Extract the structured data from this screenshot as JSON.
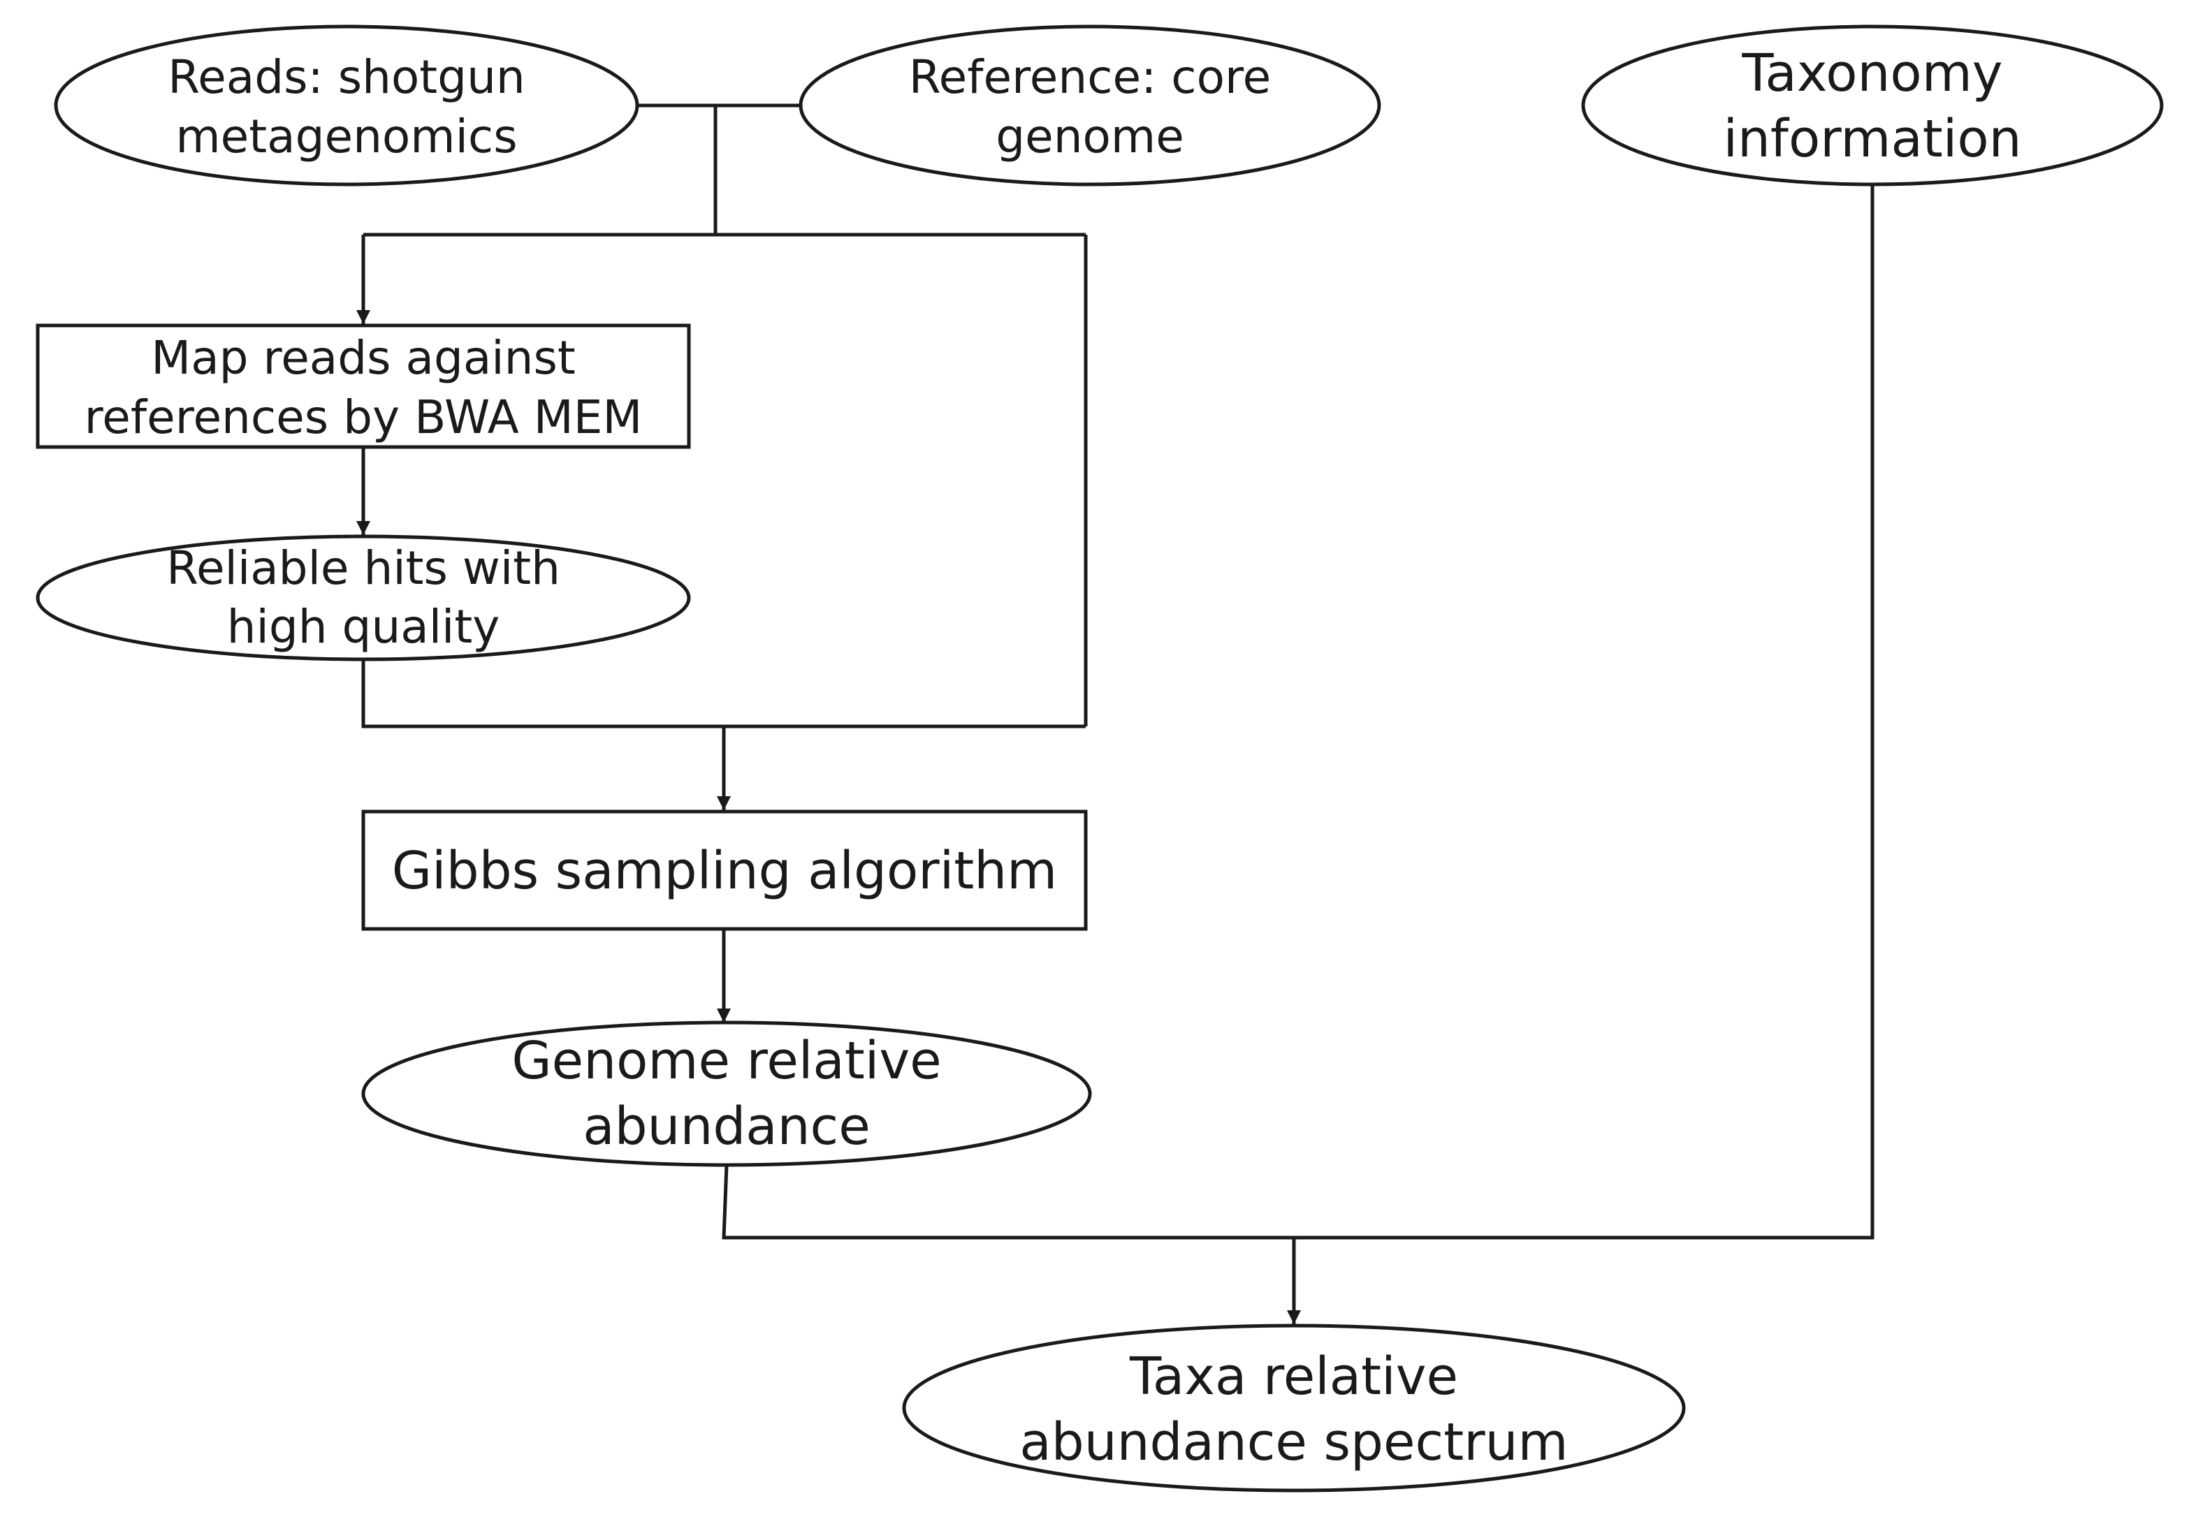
{
  "nodes": {
    "reads": {
      "lines": [
        "Reads: shotgun",
        "metagenomics"
      ]
    },
    "reference": {
      "lines": [
        "Reference: core",
        "genome"
      ]
    },
    "taxonomy": {
      "lines": [
        "Taxonomy",
        "information"
      ]
    },
    "map_reads": {
      "lines": [
        "Map reads against",
        "references by BWA MEM"
      ]
    },
    "reliable_hits": {
      "lines": [
        "Reliable hits with",
        "high quality"
      ]
    },
    "gibbs": {
      "lines": [
        "Gibbs sampling algorithm"
      ]
    },
    "genome_abundance": {
      "lines": [
        "Genome relative",
        "abundance"
      ]
    },
    "taxa_spectrum": {
      "lines": [
        "Taxa relative",
        "abundance  spectrum"
      ]
    }
  },
  "colors": {
    "stroke": "#1a1a1a",
    "fill": "#ffffff",
    "background": "#ffffff"
  }
}
